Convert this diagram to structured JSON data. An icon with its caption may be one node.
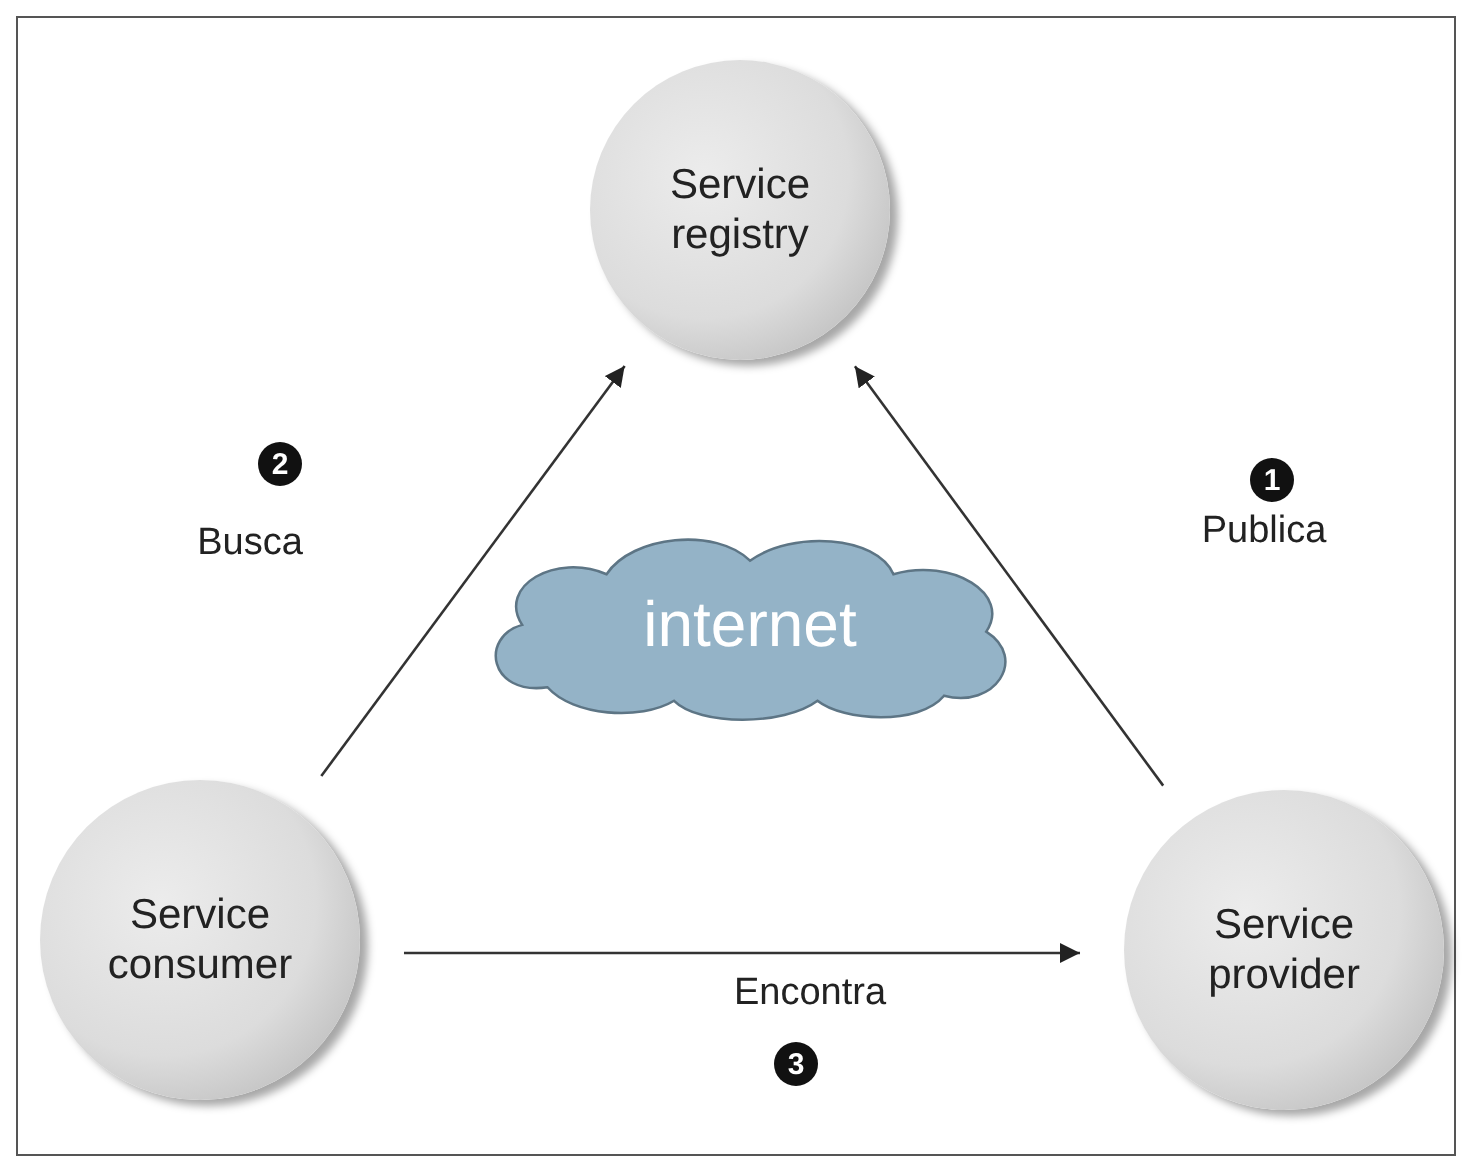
{
  "diagram": {
    "nodes": [
      {
        "text": [
          "Service registry"
        ]
      },
      {
        "text": [
          "Service consumer"
        ]
      },
      {
        "text": [
          "Service provider"
        ]
      },
      {
        "text": [
          "internet"
        ]
      }
    ],
    "edges": [
      {
        "from": 1,
        "to": 0,
        "arrow": "to",
        "label": "Busca"
      },
      {
        "from": 2,
        "to": 0,
        "arrow": "to",
        "label": "Publica"
      },
      {
        "from": 1,
        "to": 2,
        "arrow": "to",
        "label": "Encontra"
      }
    ],
    "labels": [
      "2",
      "1",
      "3"
    ]
  }
}
